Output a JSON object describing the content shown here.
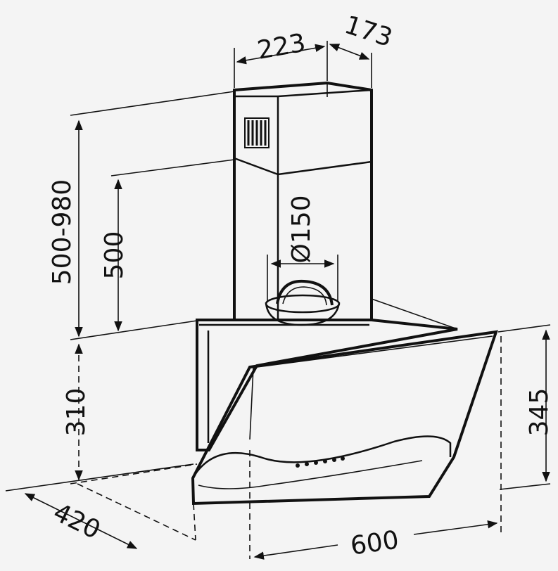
{
  "dimensions": {
    "duct_width": "223",
    "duct_depth": "173",
    "chimney_total": "500-980",
    "chimney_min": "500",
    "outlet_diameter": "Ø150",
    "hood_height": "310",
    "glass_height": "345",
    "depth": "420",
    "width": "600"
  },
  "colors": {
    "background": "#f4f4f4",
    "line": "#111111"
  },
  "icons": [
    "vent-grille-icon",
    "air-outlet-icon",
    "control-buttons-icon"
  ]
}
